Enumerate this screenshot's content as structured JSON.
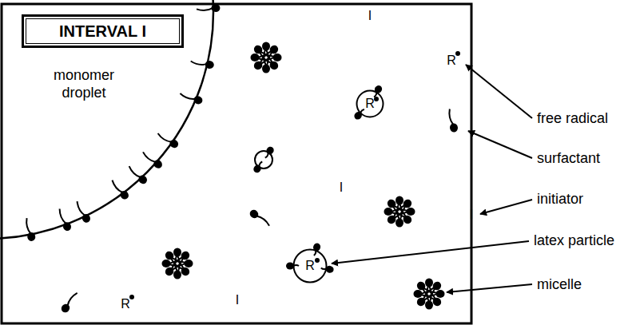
{
  "diagram": {
    "nodes": [
      {
        "text": [
          "INTERVAL I"
        ]
      },
      {
        "text": [
          "monomer droplet"
        ]
      },
      {
        "text": [
          "R"
        ]
      },
      {
        "text": [
          "R"
        ]
      }
    ],
    "labels": [
      "I",
      "R",
      "free radical",
      "surfactant",
      "I",
      "initiator",
      "I",
      "latex particle",
      "micelle",
      "I",
      "R"
    ]
  }
}
